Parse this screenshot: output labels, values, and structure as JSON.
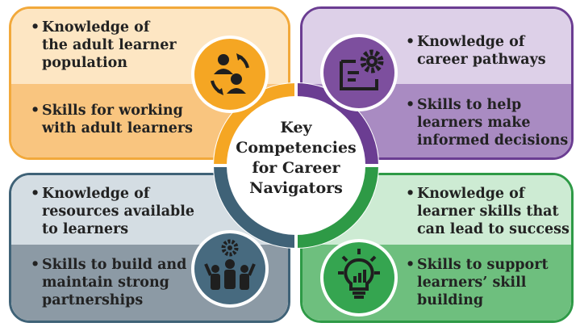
{
  "center": {
    "lines": [
      "Key",
      "Competencies",
      "for Career",
      "Navigators"
    ]
  },
  "quadrants": {
    "top_left": {
      "knowledge": [
        "Knowledge of",
        "the adult learner",
        "population"
      ],
      "skills": [
        "Skills for working",
        "with adult learners"
      ]
    },
    "top_right": {
      "knowledge": [
        "Knowledge of",
        "career pathways"
      ],
      "skills": [
        "Skills to help",
        "learners make",
        "informed decisions"
      ]
    },
    "bottom_left": {
      "knowledge": [
        "Knowledge of",
        "resources available",
        "to learners"
      ],
      "skills": [
        "Skills to build and",
        "maintain strong",
        "partnerships"
      ]
    },
    "bottom_right": {
      "knowledge": [
        "Knowledge of",
        "learner skills that",
        "can lead to success"
      ],
      "skills": [
        "Skills to support",
        "learners’ skill",
        "building"
      ]
    }
  },
  "bullet": "•",
  "icons": {
    "top_left": "people-cycle-icon",
    "top_right": "career-pathway-gear-icon",
    "bottom_left": "team-gear-icon",
    "bottom_right": "lightbulb-chart-icon"
  },
  "colors": {
    "orange": "#f5a623",
    "purple": "#6b3d92",
    "slate": "#3f6277",
    "green": "#2e9a46"
  }
}
